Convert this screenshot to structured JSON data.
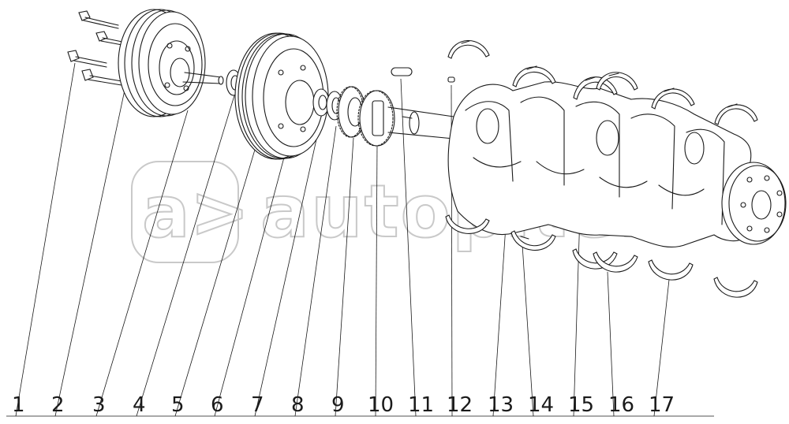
{
  "watermark": {
    "logo": "a>",
    "text": "autopiter.ru"
  },
  "callouts": [
    "1",
    "2",
    "3",
    "4",
    "5",
    "6",
    "7",
    "8",
    "9",
    "10",
    "11",
    "12",
    "13",
    "14",
    "15",
    "16",
    "17"
  ]
}
